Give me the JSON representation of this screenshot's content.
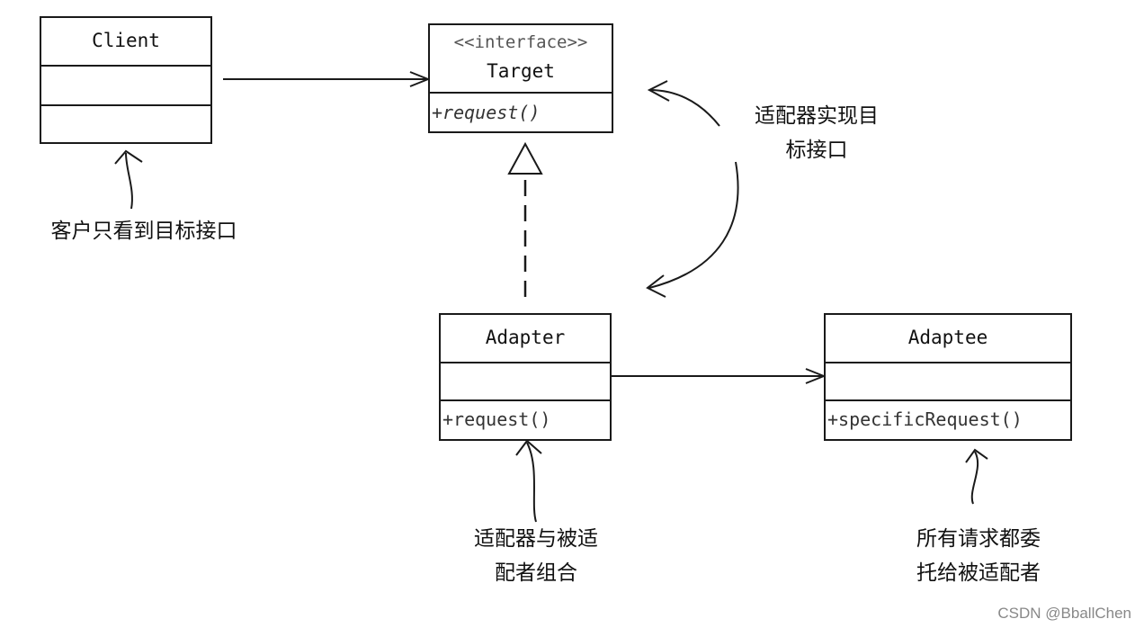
{
  "classes": {
    "client": {
      "name": "Client",
      "operation": ""
    },
    "target": {
      "stereotype": "<<interface>>",
      "name": "Target",
      "operation": "+request()"
    },
    "adapter": {
      "name": "Adapter",
      "operation": "+request()"
    },
    "adaptee": {
      "name": "Adaptee",
      "operation": "+specificRequest()"
    }
  },
  "notes": {
    "client_note": "客户只看到目标接口",
    "target_note_line1": "适配器实现目",
    "target_note_line2": "标接口",
    "adapter_note_line1": "适配器与被适",
    "adapter_note_line2": "配者组合",
    "adaptee_note_line1": "所有请求都委",
    "adaptee_note_line2": "托给被适配者"
  },
  "watermark": "CSDN @BballChen",
  "colors": {
    "line": "#1a1a1a",
    "text": "#111111",
    "watermark": "#888888"
  }
}
